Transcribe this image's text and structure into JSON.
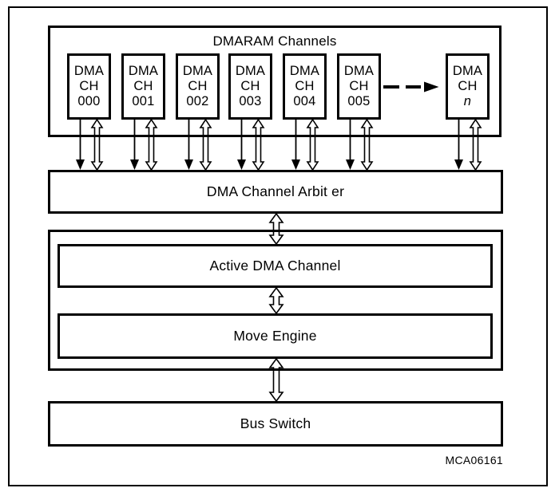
{
  "diagram": {
    "title": "DMARAM Channels",
    "channels": [
      {
        "lines": [
          "DMA",
          "CH",
          "000"
        ]
      },
      {
        "lines": [
          "DMA",
          "CH",
          "001"
        ]
      },
      {
        "lines": [
          "DMA",
          "CH",
          "002"
        ]
      },
      {
        "lines": [
          "DMA",
          "CH",
          "003"
        ]
      },
      {
        "lines": [
          "DMA",
          "CH",
          "004"
        ]
      },
      {
        "lines": [
          "DMA",
          "CH",
          "005"
        ]
      },
      {
        "lines": [
          "DMA",
          "CH",
          "n"
        ],
        "italic_line": 2
      }
    ],
    "blocks": {
      "arbiter": "DMA Channel Arbit er",
      "active_channel": "Active DMA Channel",
      "move_engine": "Move Engine",
      "bus_switch": "Bus Switch"
    },
    "code_label": "MCA06161",
    "colors": {
      "line": "#000000",
      "background": "#ffffff",
      "text": "#000000"
    },
    "icons": {
      "channel_link": "double-arrow-vertical-icon",
      "channel_request": "arrow-down-filled-icon",
      "continuation": "dashed-arrow-right-icon"
    }
  }
}
